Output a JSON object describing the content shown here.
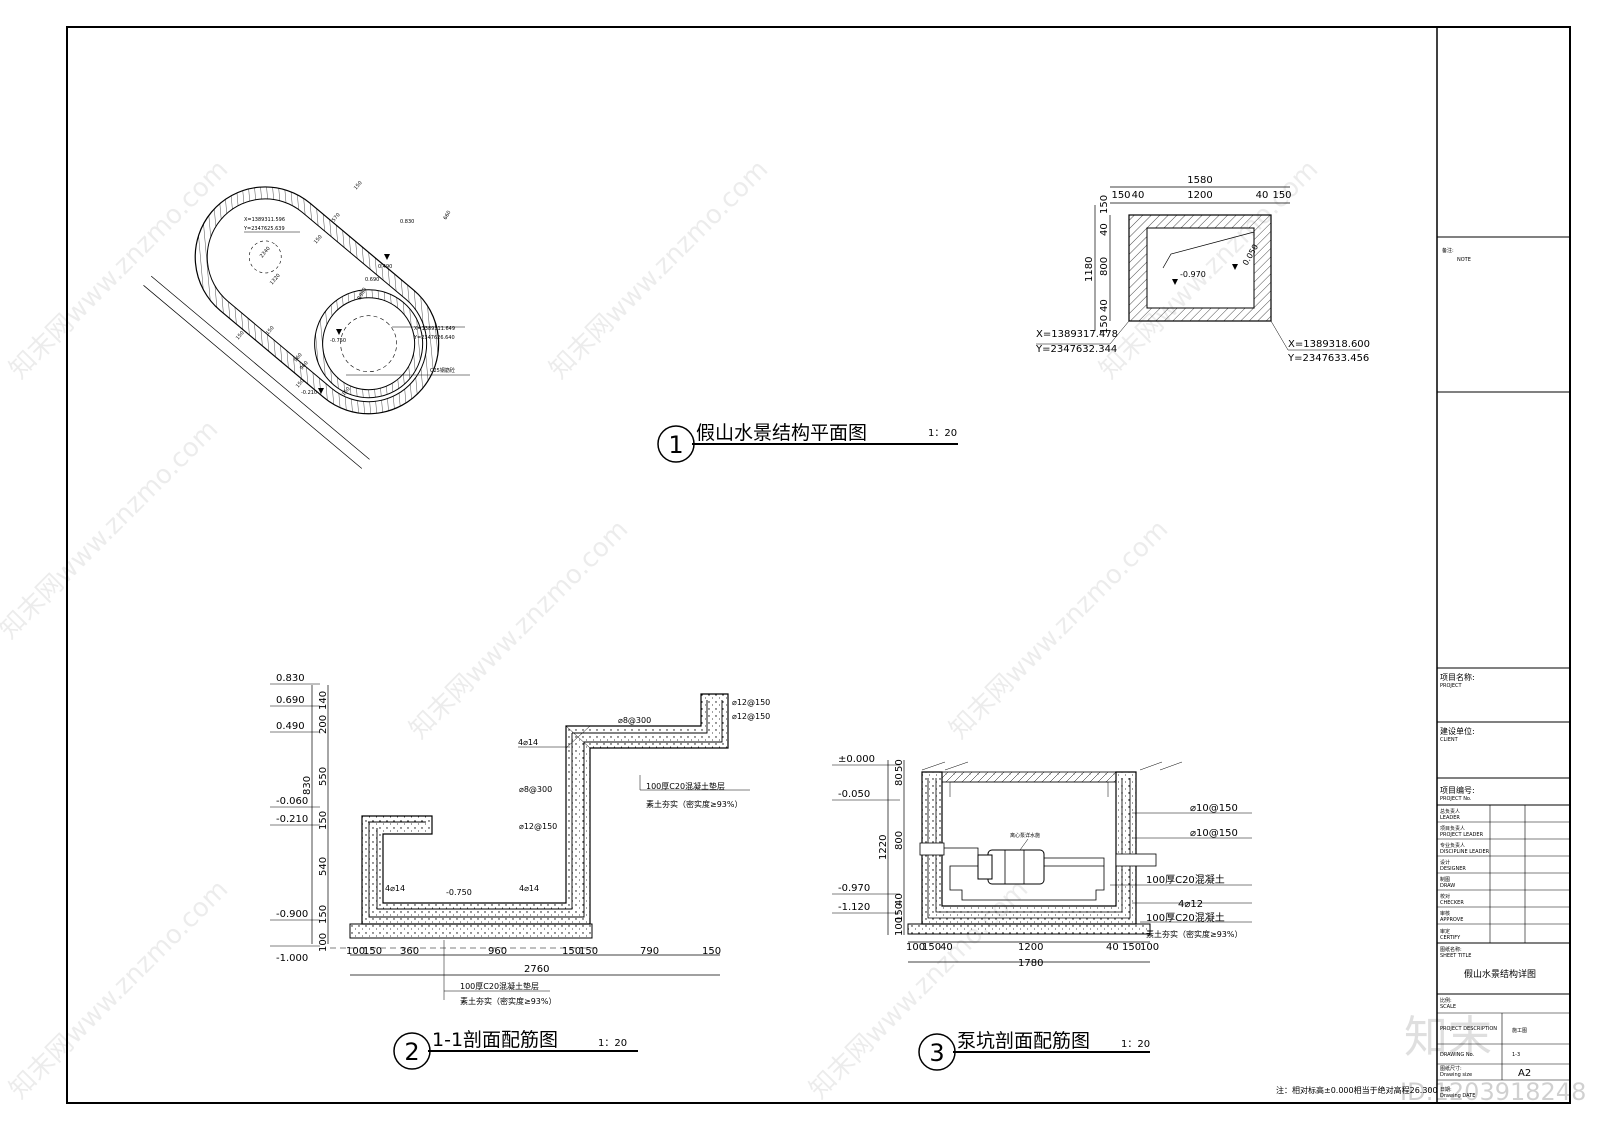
{
  "plan": {
    "title": "假山水景结构平面图",
    "number": "1",
    "scale": "1：20",
    "left": {
      "coord_top_x": "X=1389311.596",
      "coord_top_y": "Y=2347625.639",
      "coord_mid_x": "X=1389311.649",
      "coord_mid_y": "Y=2347626.640",
      "material": "C25钢筋砼",
      "dims": [
        "150",
        "570",
        "150",
        "2340",
        "1320",
        "150",
        "150",
        "960",
        "150",
        "150"
      ],
      "elev_top": "0.830",
      "elev_a": "0.490",
      "elev_b": "0.690",
      "elev_pool": "-0.750",
      "elev_bottom": "-0.210",
      "dim_r1": "960",
      "dim_r2": "660",
      "dim_r3": "R960"
    },
    "right": {
      "dims_top": [
        "1580",
        "150",
        "40",
        "1200",
        "40",
        "150"
      ],
      "dims_left": [
        "150",
        "40",
        "800",
        "40",
        "150"
      ],
      "dim_height": "1180",
      "elev_in": "-0.970",
      "elev_edge": "0.050",
      "coord_left_x": "X=1389317.478",
      "coord_left_y": "Y=2347632.344",
      "coord_right_x": "X=1389318.600",
      "coord_right_y": "Y=2347633.456"
    }
  },
  "section1": {
    "title": "1-1剖面配筋图",
    "number": "2",
    "scale": "1：20",
    "elevs": [
      "0.830",
      "0.690",
      "0.490",
      "-0.060",
      "-0.210",
      "-0.900",
      "-1.000"
    ],
    "vdims": [
      "140",
      "200",
      "830",
      "550",
      "150",
      "540",
      "150",
      "100"
    ],
    "hdims": [
      "100",
      "150",
      "360",
      "960",
      "150",
      "150",
      "790",
      "150"
    ],
    "total": "2760",
    "labels": {
      "bar_top": "4⌀14",
      "stirrup_top": "⌀8@300",
      "bar_r1": "⌀12@150",
      "bar_r2": "⌀12@150",
      "stirrup_mid": "⌀8@300",
      "bar_mid": "⌀12@150",
      "bar_left": "4⌀14",
      "bar_bottom": "4⌀14",
      "pool_elev": "-0.750",
      "note1": "100厚C20混凝土垫层",
      "note2": "素土夯实（密实度≥93%）",
      "note3": "100厚C20混凝土垫层",
      "note4": "素土夯实（密实度≥93%）"
    }
  },
  "section2": {
    "title": "泵坑剖面配筋图",
    "number": "3",
    "scale": "1：20",
    "elevs": [
      "±0.000",
      "-0.050",
      "-0.970",
      "-1.120"
    ],
    "vdims": [
      "50",
      "80",
      "1220",
      "800",
      "40",
      "150",
      "100"
    ],
    "hdims": [
      "100",
      "150",
      "40",
      "1200",
      "40",
      "150",
      "100"
    ],
    "total": "1780",
    "labels": {
      "bar1": "⌀10@150",
      "bar2": "⌀10@150",
      "pump": "离心泵详水施",
      "conc": "100厚C20混凝土",
      "bar3": "4⌀12",
      "pad": "100厚C20混凝土",
      "soil": "素土夯实（密实度≥93%）"
    }
  },
  "footnote": "注：相对标高±0.000相当于绝对高程26.300",
  "title_block": {
    "note_cn": "备注:",
    "note_en": "NOTE",
    "project_cn": "项目名称:",
    "project_en": "PROJECT",
    "client_cn": "建设单位:",
    "client_en": "CLIENT",
    "project_no_cn": "项目编号:",
    "project_no_en": "PROJECT No.",
    "rows": [
      {
        "cn": "总负责人",
        "en": "LEADER"
      },
      {
        "cn": "项目负责人",
        "en": "PROJECT LEADER"
      },
      {
        "cn": "专业负责人",
        "en": "DISCIPLINE LEADER"
      },
      {
        "cn": "设计",
        "en": "DESIGNER"
      },
      {
        "cn": "制图",
        "en": "DRAW"
      },
      {
        "cn": "校对",
        "en": "CHECKER"
      },
      {
        "cn": "审核",
        "en": "APPROVE"
      },
      {
        "cn": "审定",
        "en": "CERTIFY"
      }
    ],
    "sheet_title_cn": "图纸名称:",
    "sheet_title_en": "SHEET TITLE",
    "sheet_title": "假山水景结构详图",
    "scale_cn": "比例:",
    "scale_en": "SCALE",
    "stage_en": "PROJECT DESCRIPTION",
    "stage": "施工图",
    "drawing_no_en": "DRAWING No.",
    "drawing_no": "1-3",
    "size_cn": "图纸尺寸:",
    "size_en": "Drawing size",
    "size": "A2",
    "date_cn": "日期:",
    "date_en": "Drawing DATE"
  },
  "watermarks": {
    "site": "知末网www.znzmo.com",
    "logo": "知末",
    "id": "ID:1203918248"
  }
}
